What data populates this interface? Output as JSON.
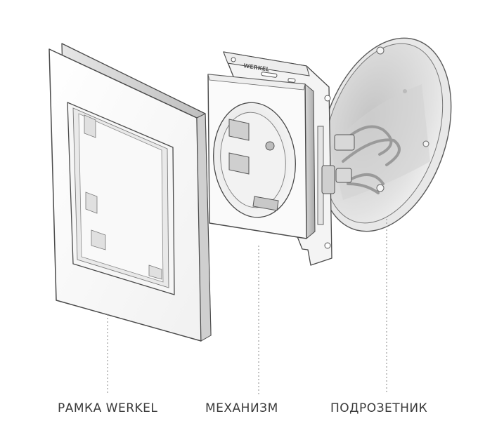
{
  "labels": {
    "frame": "РАМКА WERKEL",
    "mechanism": "МЕХАНИЗМ",
    "box": "ПОДРОЗЕТНИК"
  },
  "brand_text": "WERKEL",
  "colors": {
    "background": "#ffffff",
    "label_text": "#3a3a3a",
    "outline": "#4a4a4a",
    "leader_line": "#8a8a8a"
  }
}
